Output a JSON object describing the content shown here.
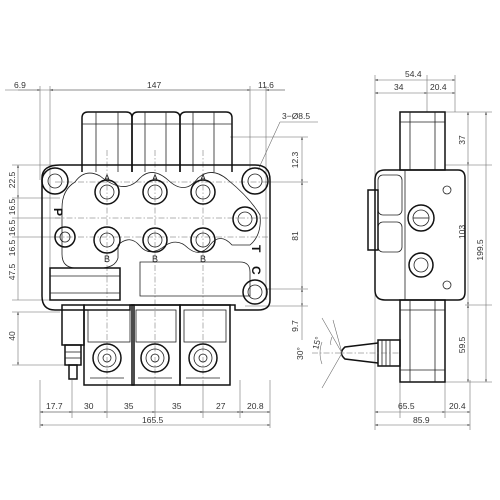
{
  "drawing": {
    "front_view": {
      "top_dims": [
        "6.9",
        "147",
        "11.6"
      ],
      "port_callout": "3−Ø8.5",
      "left_dims": [
        "22.5",
        "16.5",
        "16.5",
        "16.5",
        "47.5",
        "40"
      ],
      "right_dims": [
        "12.3",
        "81",
        "9.7"
      ],
      "bottom_dims": [
        "17.7",
        "30",
        "35",
        "35",
        "27",
        "20.8"
      ],
      "overall_width": "165.5",
      "port_labels": {
        "a1": "A",
        "a2": "A",
        "a3": "A",
        "b1": "B",
        "b2": "B",
        "b3": "B",
        "p": "P",
        "t": "T",
        "c": "C"
      }
    },
    "side_view": {
      "top_dims": [
        "54.4",
        "34",
        "20.4"
      ],
      "right_dims": [
        "37",
        "103",
        "199.5",
        "59.5"
      ],
      "bottom_dims": [
        "65.5",
        "20.4"
      ],
      "overall_width": "85.9",
      "angles": [
        "30°",
        "15°"
      ]
    }
  }
}
